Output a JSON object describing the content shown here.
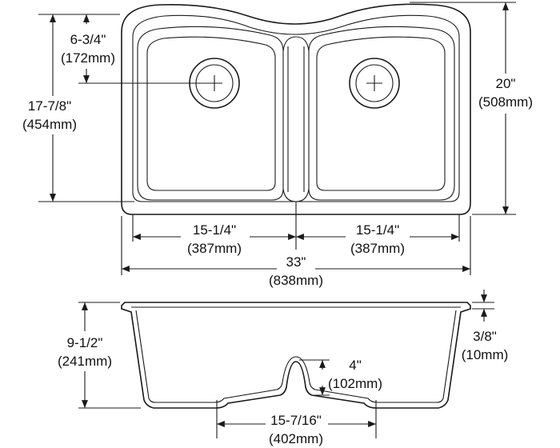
{
  "dimensions": {
    "offset_height": {
      "in": "6-3/4\"",
      "mm": "(172mm)"
    },
    "bowl_length": {
      "in": "17-7/8\"",
      "mm": "(454mm)"
    },
    "overall_length": {
      "in": "20\"",
      "mm": "(508mm)"
    },
    "bowl_width_left": {
      "in": "15-1/4\"",
      "mm": "(387mm)"
    },
    "bowl_width_right": {
      "in": "15-1/4\"",
      "mm": "(387mm)"
    },
    "overall_width": {
      "in": "33\"",
      "mm": "(838mm)"
    },
    "depth": {
      "in": "9-1/2\"",
      "mm": "(241mm)"
    },
    "rim_thickness": {
      "in": "3/8\"",
      "mm": "(10mm)"
    },
    "divider_height": {
      "in": "4\"",
      "mm": "(102mm)"
    },
    "drain_spacing": {
      "in": "15-7/16\"",
      "mm": "(402mm)"
    }
  }
}
